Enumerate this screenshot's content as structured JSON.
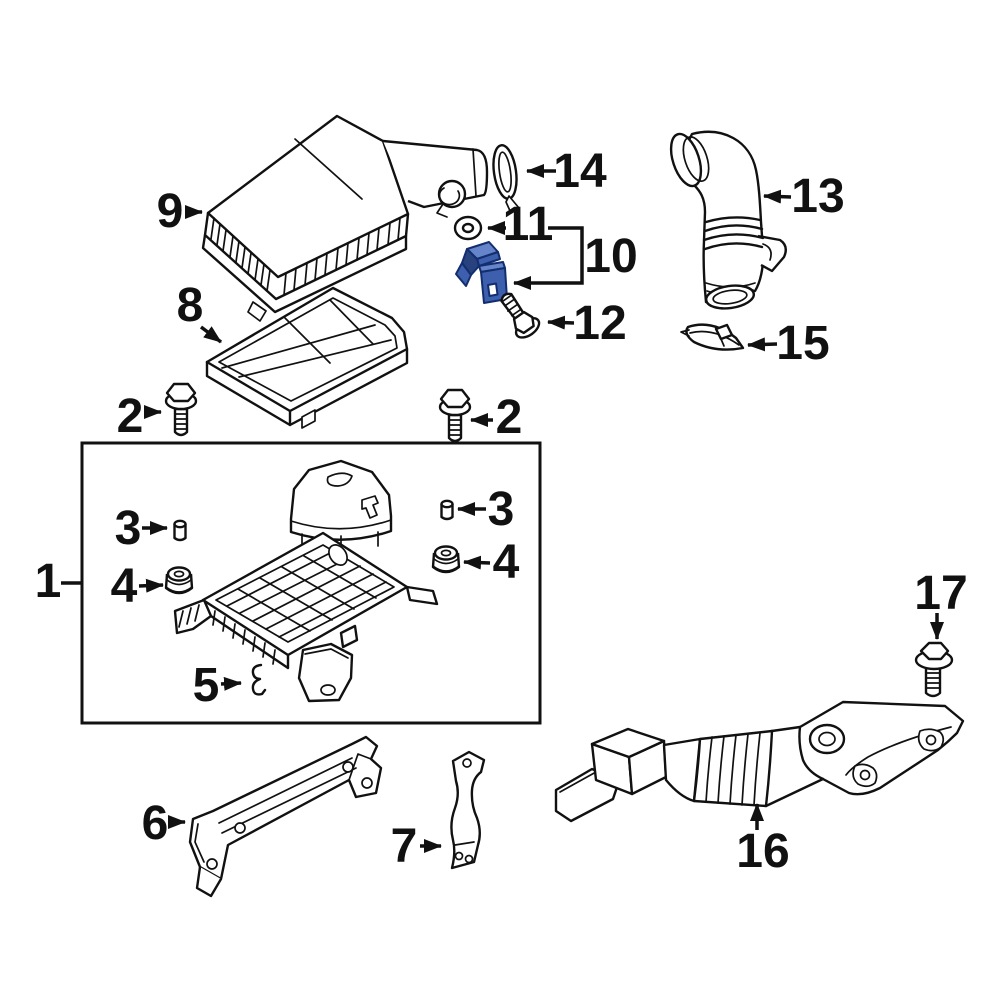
{
  "diagram": {
    "background": "#ffffff",
    "line_color": "#111111",
    "highlight": {
      "fill": "#3d5fae",
      "fill_light": "#6684c9",
      "fill_dark": "#27427f",
      "outline": "#132e6e"
    },
    "callouts": [
      {
        "number": "9"
      },
      {
        "number": "14"
      },
      {
        "number": "11"
      },
      {
        "number": "10"
      },
      {
        "number": "12"
      },
      {
        "number": "13"
      },
      {
        "number": "15"
      },
      {
        "number": "8"
      },
      {
        "number": "2"
      },
      {
        "number": "2"
      },
      {
        "number": "1"
      },
      {
        "number": "3"
      },
      {
        "number": "4"
      },
      {
        "number": "3"
      },
      {
        "number": "4"
      },
      {
        "number": "5"
      },
      {
        "number": "6"
      },
      {
        "number": "7"
      },
      {
        "number": "16"
      },
      {
        "number": "17"
      }
    ]
  }
}
